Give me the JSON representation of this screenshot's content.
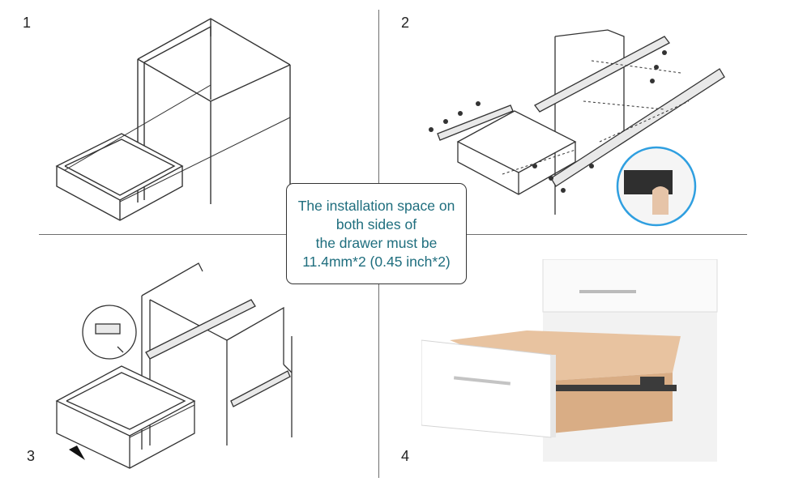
{
  "steps": [
    "1",
    "2",
    "3",
    "4"
  ],
  "callout": {
    "lines": [
      "The installation space on",
      "both sides of",
      "the drawer must be",
      "11.4mm*2 (0.45 inch*2)"
    ],
    "text_color": "#1f6e7e"
  },
  "colors": {
    "line_art": "#333333",
    "divider": "#6e6e6e",
    "wood": "#e8c3a0",
    "cabinet": "#f2f2f2",
    "highlight_circle": "#2f9fe0",
    "slide_metal": "#3b3b3b"
  },
  "icons": [
    "screw-icon",
    "arrow-icon",
    "magnifier-circle-icon"
  ]
}
